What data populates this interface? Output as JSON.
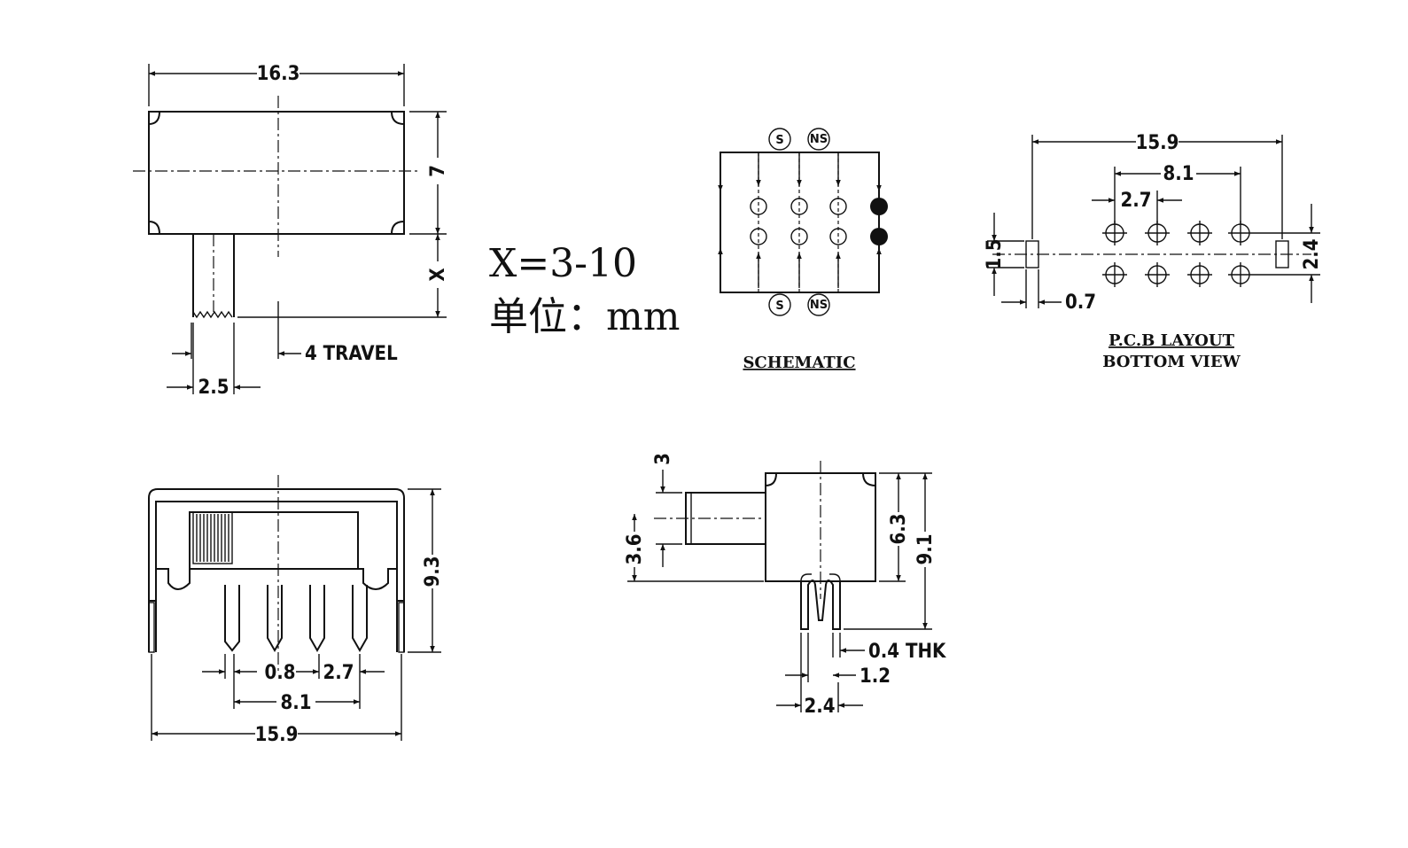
{
  "top_view": {
    "width": "16.3",
    "height": "7",
    "actuator_length": "X",
    "actuator_width": "2.5",
    "travel": "4 TRAVEL"
  },
  "spec": {
    "x_range": "X=3-10",
    "unit_label": "单位：mm"
  },
  "schematic": {
    "caption": "SCHEMATIC",
    "terminal_s": "S",
    "terminal_ns": "NS"
  },
  "pcb": {
    "width": "15.9",
    "pitch_total": "8.1",
    "pitch": "2.7",
    "slot_height": "1.5",
    "slot_width": "0.7",
    "row_spacing": "2.4",
    "caption_line1": "P.C.B LAYOUT",
    "caption_line2": "BOTTOM VIEW"
  },
  "front_view": {
    "pin_width": "0.8",
    "pitch": "2.7",
    "pitch_total": "8.1",
    "width": "15.9",
    "height": "9.3"
  },
  "side_view": {
    "lever_offset": "3",
    "lever_height": "3.6",
    "body_height": "6.3",
    "total_height": "9.1",
    "thickness": "0.4 THK",
    "pin_gap": "1.2",
    "pin_spacing": "2.4"
  }
}
